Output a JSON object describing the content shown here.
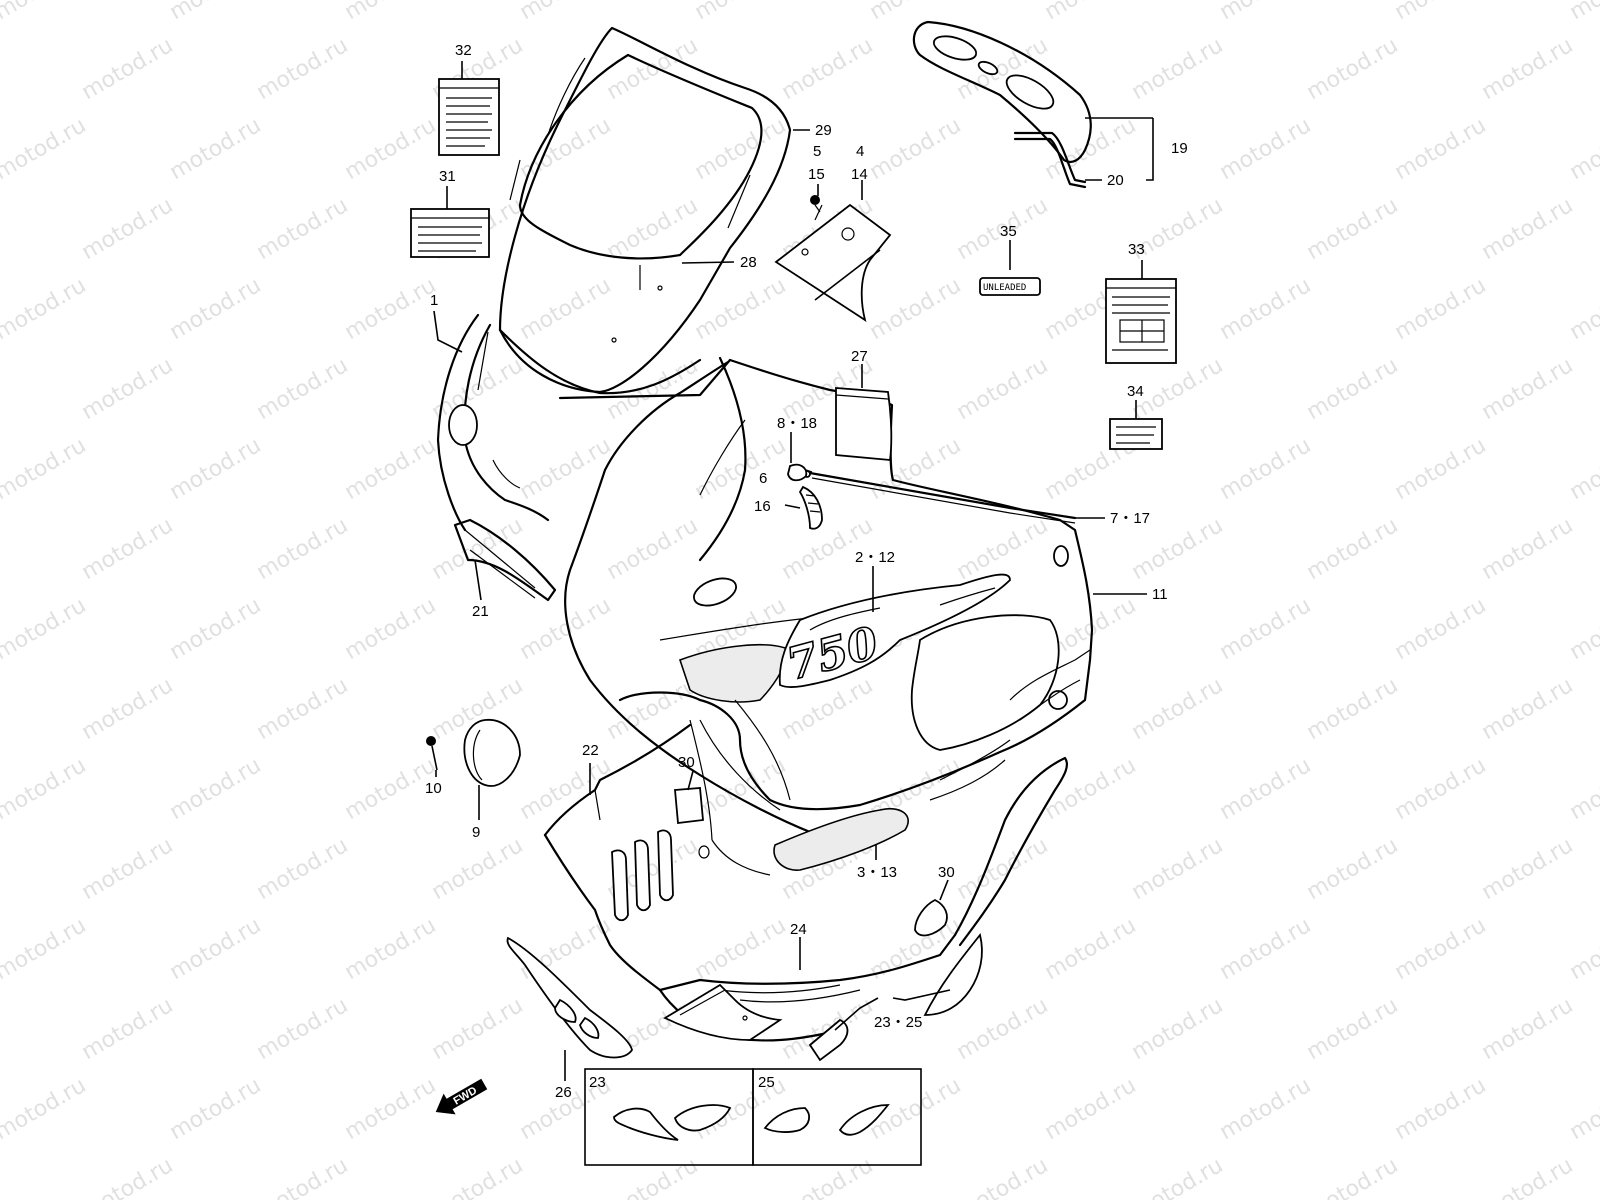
{
  "watermark": "motod.ru",
  "callouts": {
    "c1": "1",
    "c2_12": "2・12",
    "c3_13": "3・13",
    "c4": "4",
    "c14": "14",
    "c5": "5",
    "c15": "15",
    "c6": "6",
    "c16": "16",
    "c7_17": "7・17",
    "c8_18": "8・18",
    "c9": "9",
    "c10": "10",
    "c11": "11",
    "c19": "19",
    "c20": "20",
    "c21": "21",
    "c22": "22",
    "c23_25": "23・25",
    "c24": "24",
    "c26": "26",
    "c27": "27",
    "c28": "28",
    "c29": "29",
    "c30a": "30",
    "c30b": "30",
    "c31": "31",
    "c32": "32",
    "c33": "33",
    "c34": "34",
    "c35": "35"
  },
  "labels": {
    "unleaded": "UNLEADED",
    "fwd": "FWD",
    "decal_750": "750"
  },
  "inset_boxes": {
    "left": "23",
    "right": "25"
  }
}
